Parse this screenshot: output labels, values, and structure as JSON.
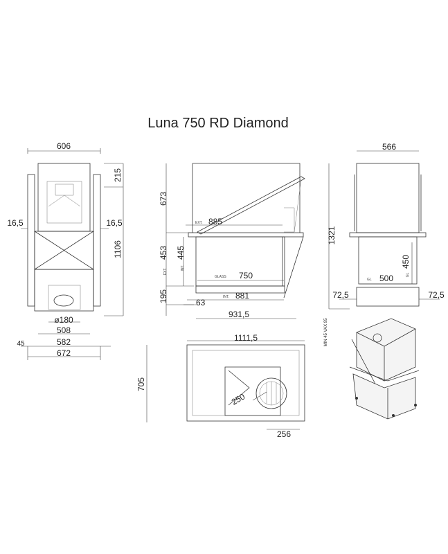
{
  "title": "Luna 750 RD Diamond",
  "front_view": {
    "width_top": "606",
    "height_top": "215",
    "offset_left": "16,5",
    "offset_right": "16,5",
    "height_total": "1106",
    "flue_diameter": "ø180",
    "width_508": "508",
    "offset_45": "45",
    "width_582": "582",
    "width_total": "672"
  },
  "side_view": {
    "height_upper": "673",
    "ext_label": "EXT.",
    "ext_width": "885",
    "ext_height": "453",
    "int_label": "INT.",
    "int_height": "445",
    "glass_label": "GLASS",
    "glass_width": "750",
    "base_height": "195",
    "int_width": "881",
    "foot_offset": "63",
    "total_width": "931,5"
  },
  "right_view": {
    "width": "566",
    "total_height": "1321",
    "gl_label": "GL",
    "glass_height": "450",
    "glass_width": "500",
    "offset_left": "72,5",
    "offset_right": "72,5",
    "min_max_note": "MIN 45 VAX 95"
  },
  "top_view": {
    "total_width": "1111,5",
    "depth": "705",
    "flue_diameter": "250",
    "flue_offset": "256"
  }
}
